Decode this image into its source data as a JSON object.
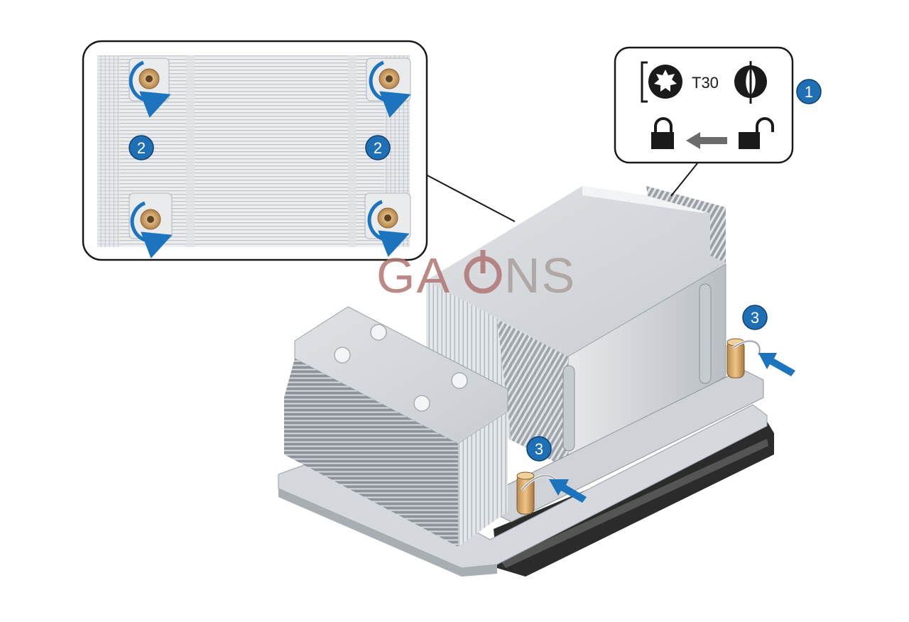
{
  "torx_label": "T30",
  "callouts": [
    "1",
    "2",
    "2",
    "3",
    "3"
  ],
  "watermark": "GAONS",
  "colors": {
    "callout_blue": "#1f6fb5",
    "arrow_blue": "#1b74bd",
    "watermark_red": "#b07572",
    "watermark_gray": "#a9a09d",
    "outline": "#1a1a1a"
  },
  "icons": [
    "torx-bit-icon",
    "torx-head-icon",
    "lock-closed-icon",
    "arrow-left-icon",
    "lock-open-icon"
  ]
}
